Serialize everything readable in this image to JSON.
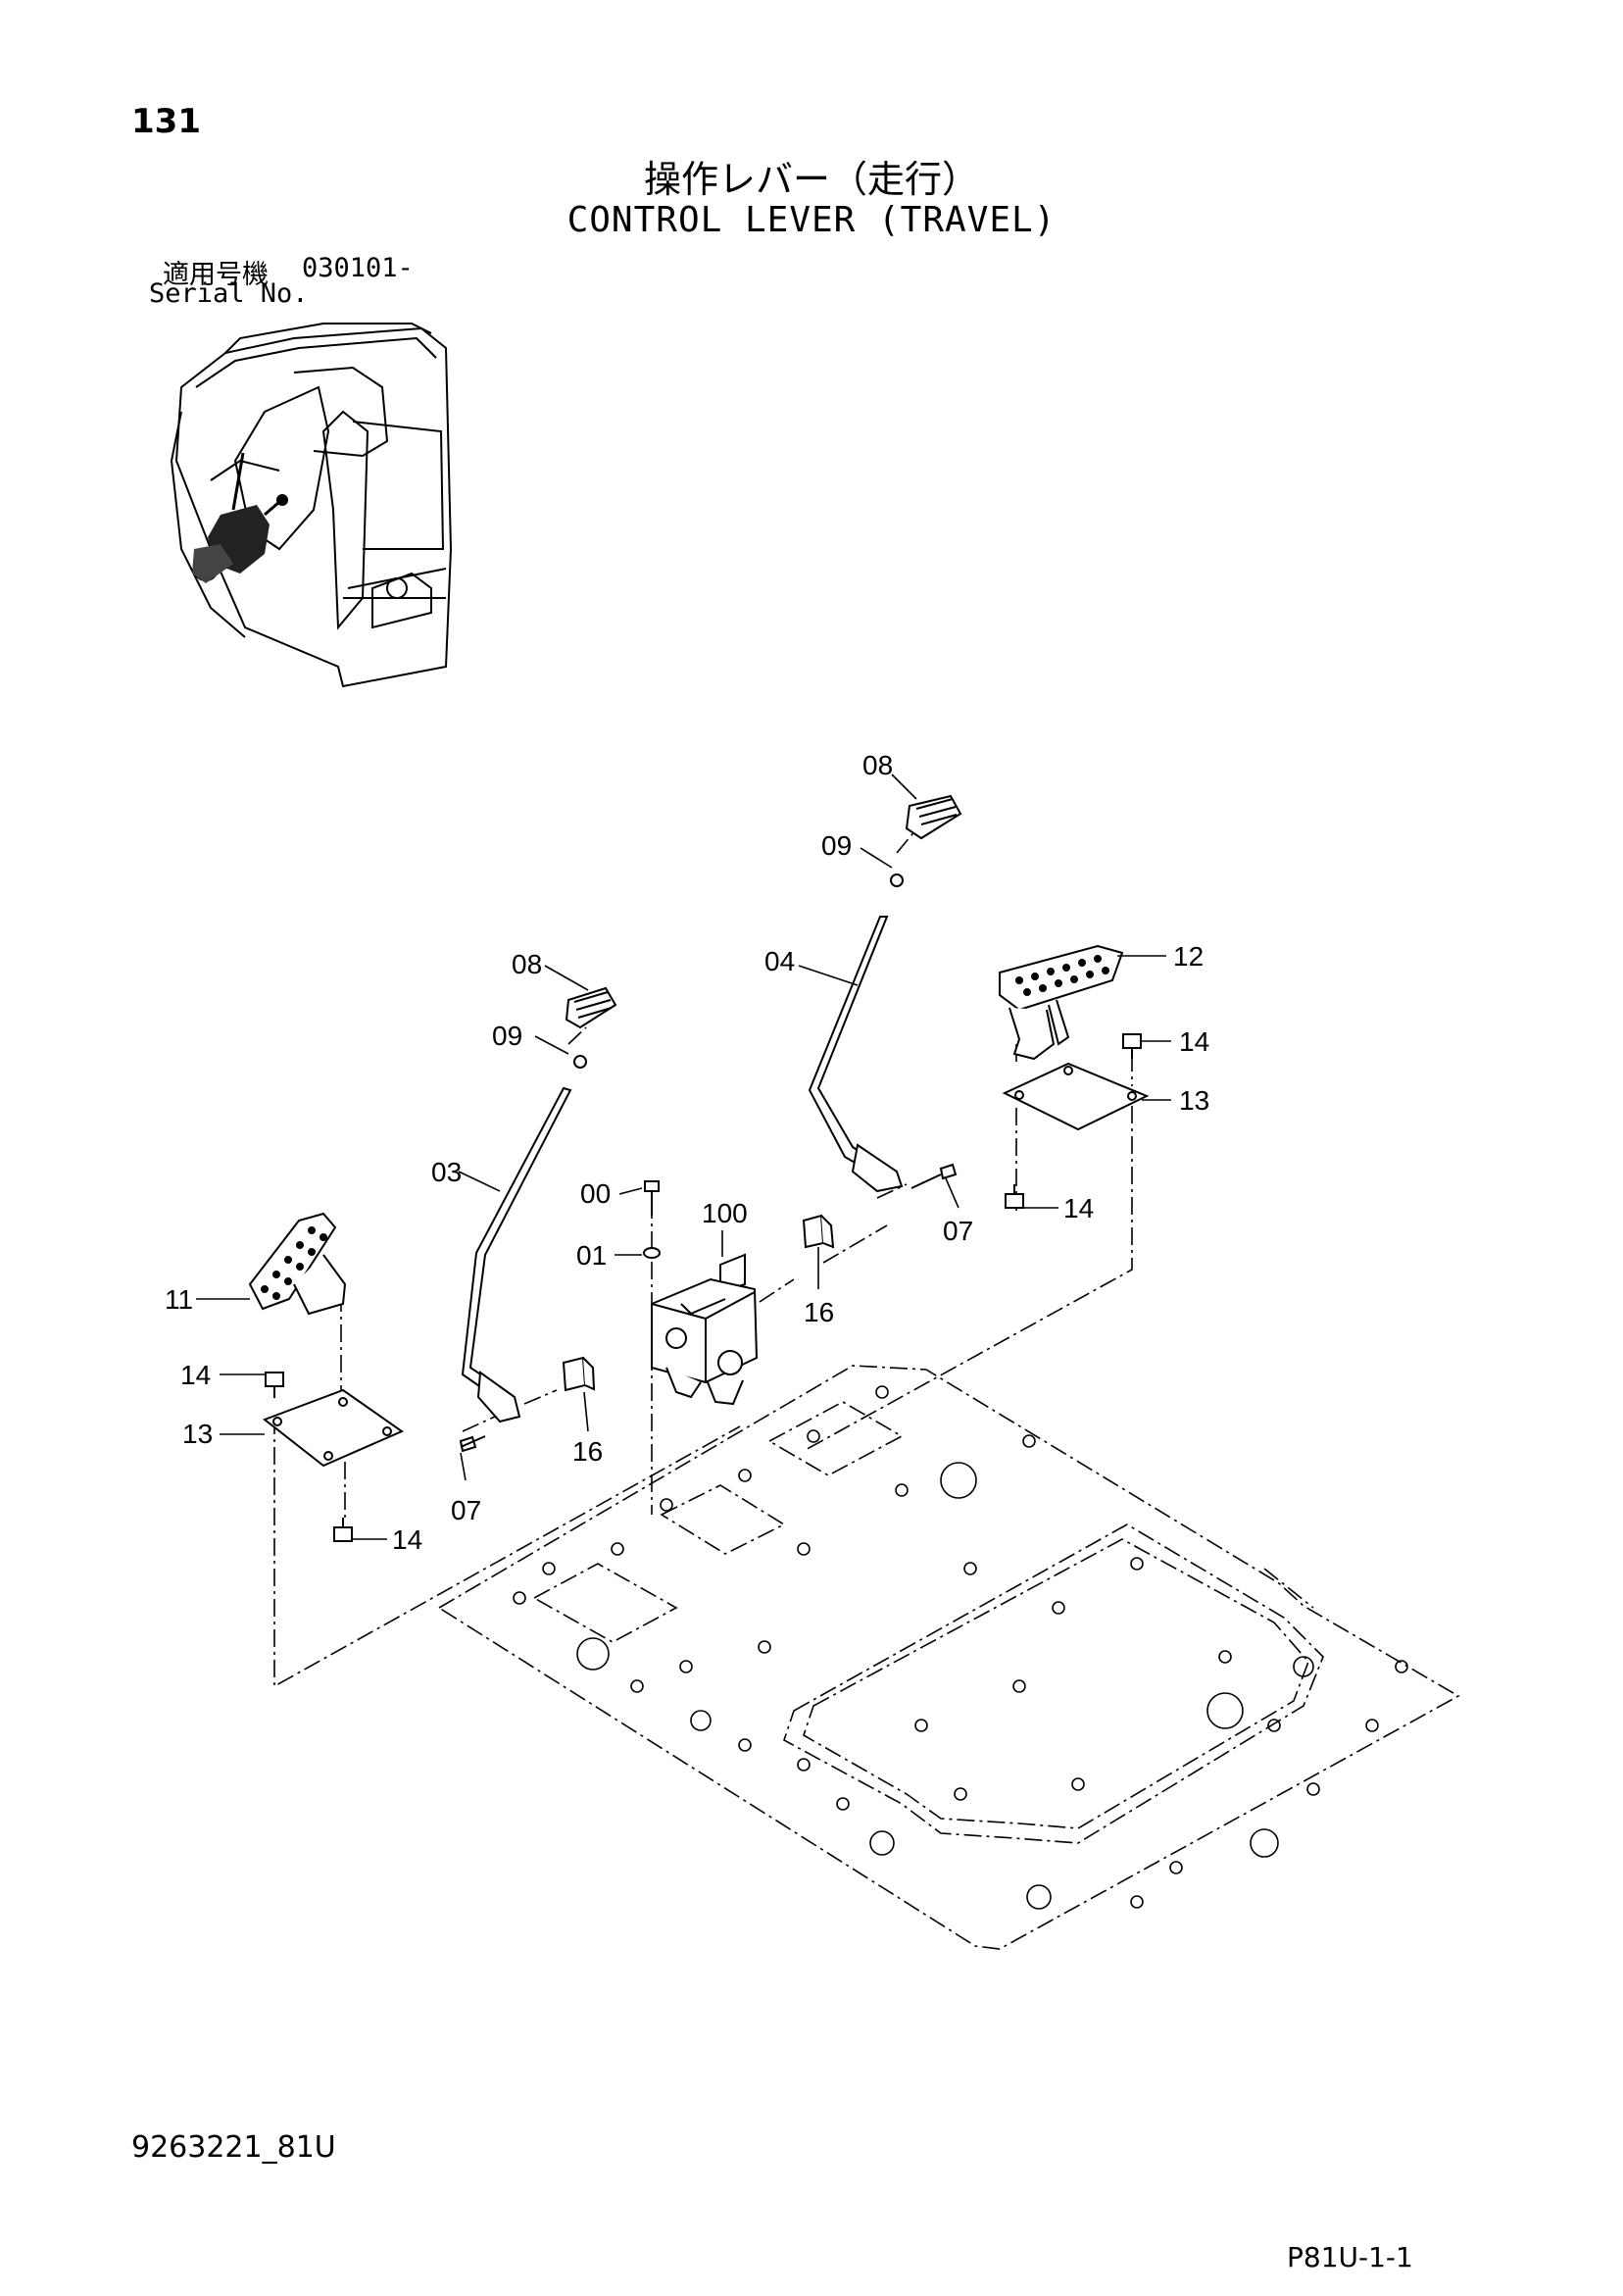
{
  "page_number": "131",
  "title_jp": "操作レバー（走行）",
  "title_en": "CONTROL LEVER (TRAVEL)",
  "serial": {
    "label_jp": "適用号機",
    "label_en": "Serial No.",
    "value": "030101-"
  },
  "doc_number": "9263221_81U",
  "page_code": "P81U-1-1",
  "callouts": {
    "c08a": "08",
    "c09a": "09",
    "c04": "04",
    "c12": "12",
    "c14a": "14",
    "c13a": "13",
    "c07a": "07",
    "c14b": "14",
    "c08b": "08",
    "c09b": "09",
    "c03": "03",
    "c00": "00",
    "c100": "100",
    "c01": "01",
    "c16a": "16",
    "c11": "11",
    "c14c": "14",
    "c13b": "13",
    "c16b": "16",
    "c07b": "07",
    "c14d": "14"
  }
}
